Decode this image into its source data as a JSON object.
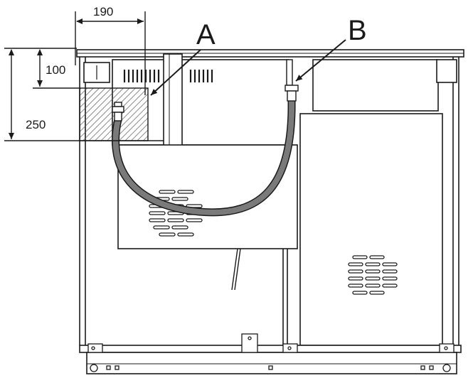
{
  "dimensions": {
    "width": "190",
    "height_small": "100",
    "height_large": "250"
  },
  "callouts": {
    "a": "A",
    "b": "B"
  },
  "colors": {
    "line": "#1a1a1a",
    "hose": "#7a7a7a",
    "hatch": "#555555",
    "background": "#ffffff"
  }
}
